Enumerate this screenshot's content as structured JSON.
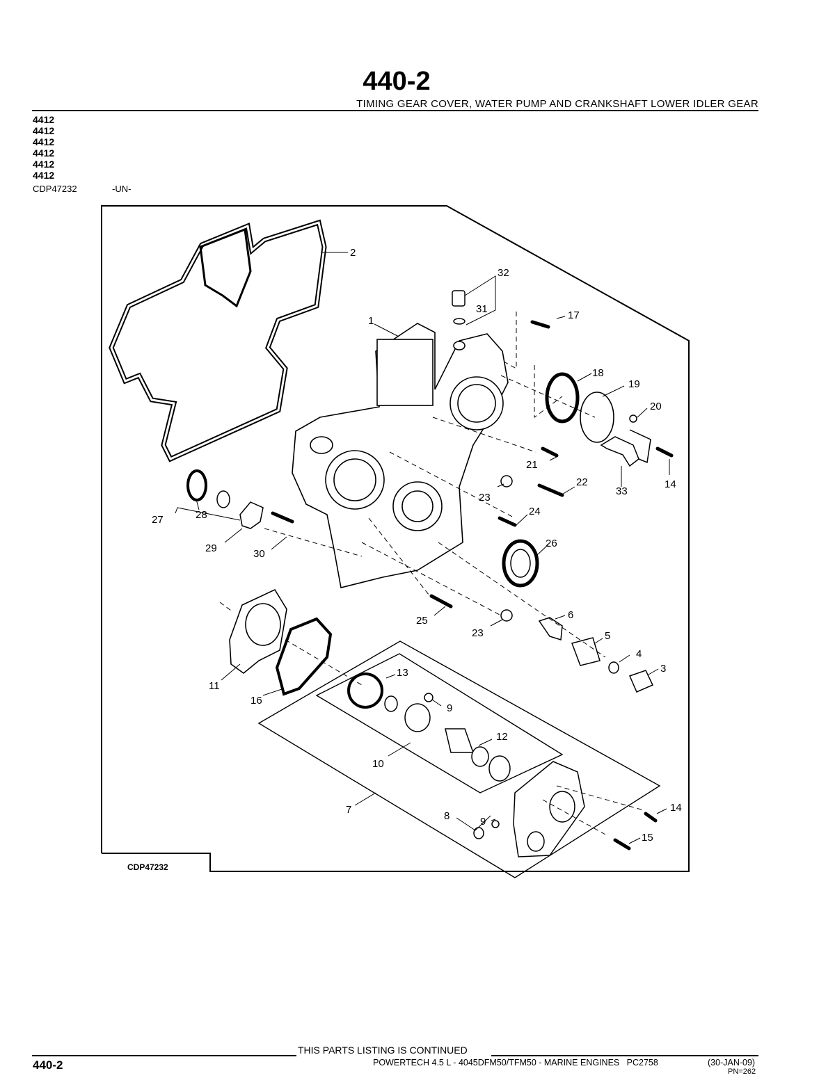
{
  "header": {
    "section": "440-2",
    "subtitle": "TIMING GEAR COVER, WATER PUMP AND CRANKSHAFT LOWER IDLER GEAR",
    "codes": [
      "4412",
      "4412",
      "4412",
      "4412",
      "4412",
      "4412"
    ]
  },
  "figure": {
    "code": "CDP47232",
    "status": "-UN-",
    "label": "CDP47232",
    "callouts": [
      "1",
      "2",
      "3",
      "4",
      "5",
      "6",
      "7",
      "8",
      "9",
      "9",
      "10",
      "11",
      "12",
      "13",
      "14",
      "14",
      "15",
      "16",
      "17",
      "18",
      "19",
      "20",
      "21",
      "22",
      "23",
      "23",
      "24",
      "25",
      "26",
      "27",
      "28",
      "29",
      "30",
      "31",
      "32",
      "33"
    ]
  },
  "footer": {
    "continued": "THIS PARTS LISTING IS CONTINUED",
    "section": "440-2",
    "manual": "POWERTECH 4.5 L - 4045DFM50/TFM50 - MARINE ENGINES   PC2758",
    "date": "(30-JAN-09)",
    "pn": "PN=262"
  }
}
